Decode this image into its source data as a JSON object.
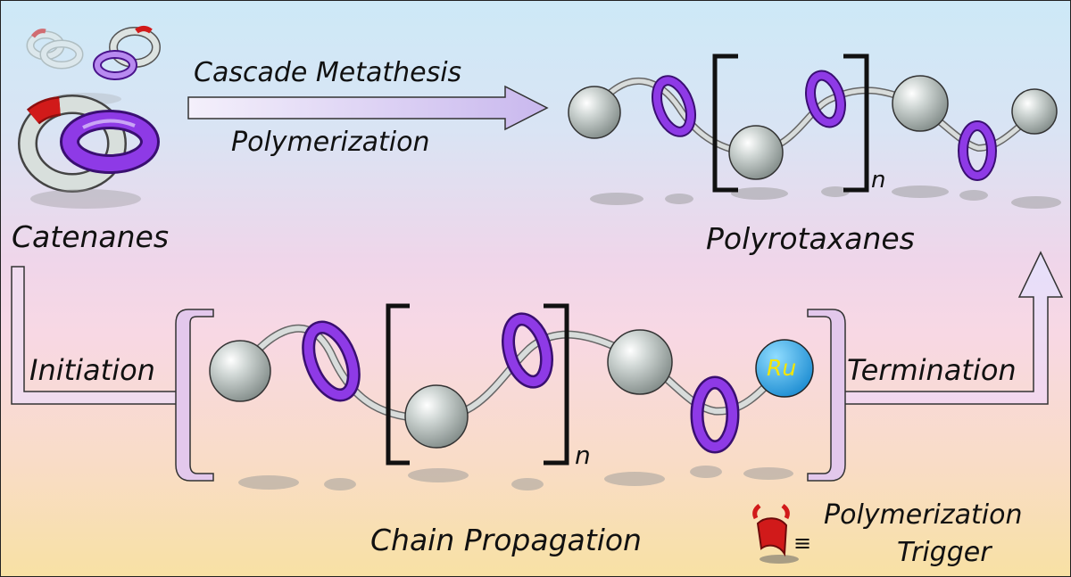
{
  "labels": {
    "catenanes": "Catenanes",
    "cascade_metathesis": "Cascade Metathesis",
    "polymerization": "Polymerization",
    "polyrotaxanes": "Polyrotaxanes",
    "initiation": "Initiation",
    "termination": "Termination",
    "chain_propagation": "Chain Propagation",
    "repeat_subscript_top": "n",
    "repeat_subscript_bottom": "n",
    "ruthenium": "Ru",
    "equivalence_symbol": "≡",
    "legend_line1": "Polymerization",
    "legend_line2": "Trigger"
  },
  "colors": {
    "bead": "#bcc4c2",
    "ring": "#8e3ae6",
    "ring_dark": "#4a148c",
    "catenane_ring": "#d8dfdc",
    "trigger": "#d11a1a",
    "ruthenium_fill": "#2aa5e6",
    "ruthenium_text": "#f5e600",
    "arrow_fill": "#e7dcf6",
    "bracket_fill": "#e3c8ec"
  }
}
